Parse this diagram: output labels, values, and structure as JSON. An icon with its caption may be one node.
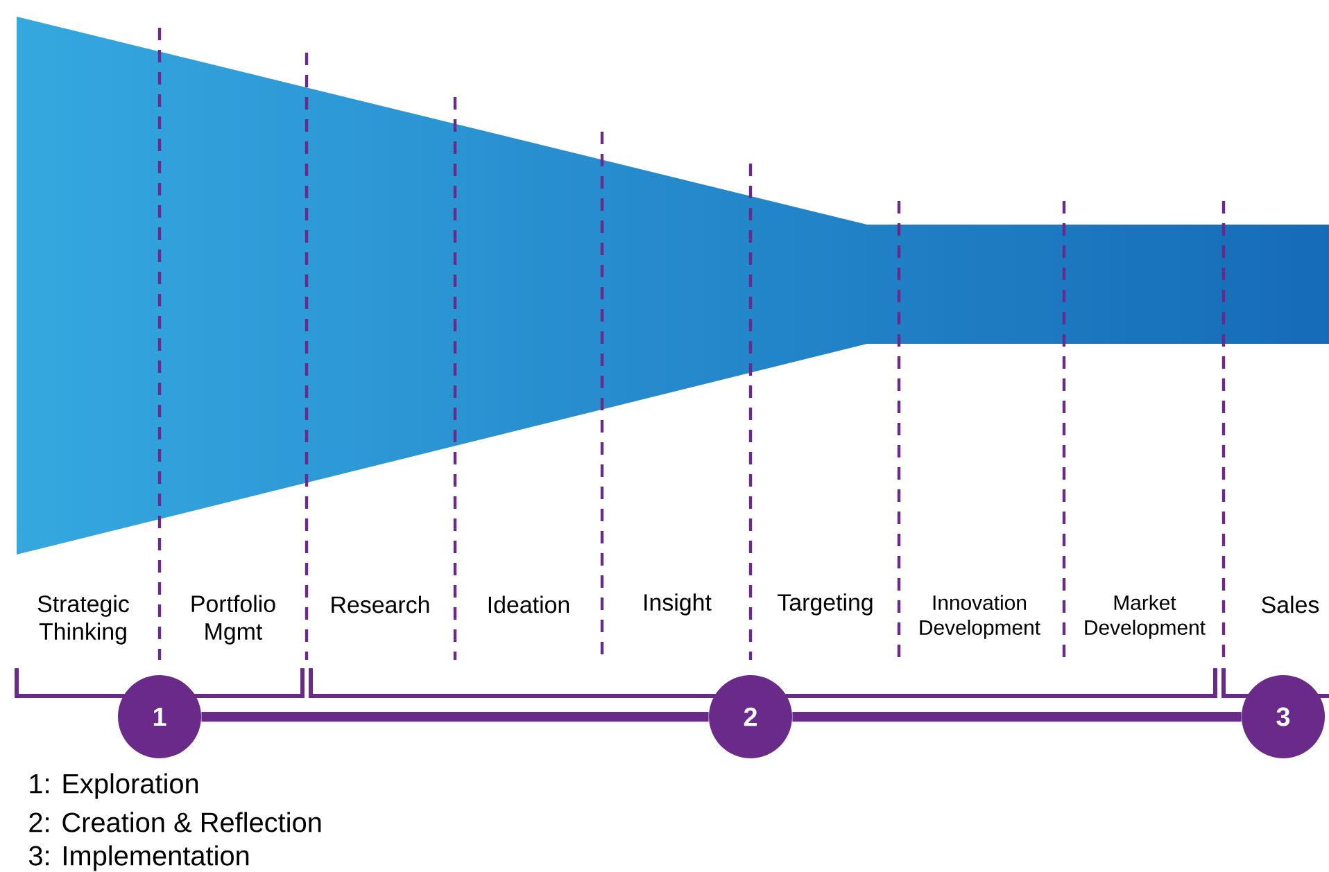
{
  "diagram": {
    "nodes": [
      {
        "text": [
          "1"
        ]
      },
      {
        "text": [
          "2"
        ]
      },
      {
        "text": [
          "3"
        ]
      }
    ],
    "edges": [
      {
        "from": 0,
        "to": 1,
        "arrow": "none"
      },
      {
        "from": 1,
        "to": 2,
        "arrow": "none"
      }
    ],
    "labels": [
      "Strategic Thinking",
      "Portfolio Mgmt",
      "Research",
      "Ideation",
      "Insight",
      "Targeting",
      "Innovation Development",
      "Market Development",
      "Sales",
      "1: Exploration",
      "2: Creation & Reflection",
      "3: Implementation"
    ]
  }
}
